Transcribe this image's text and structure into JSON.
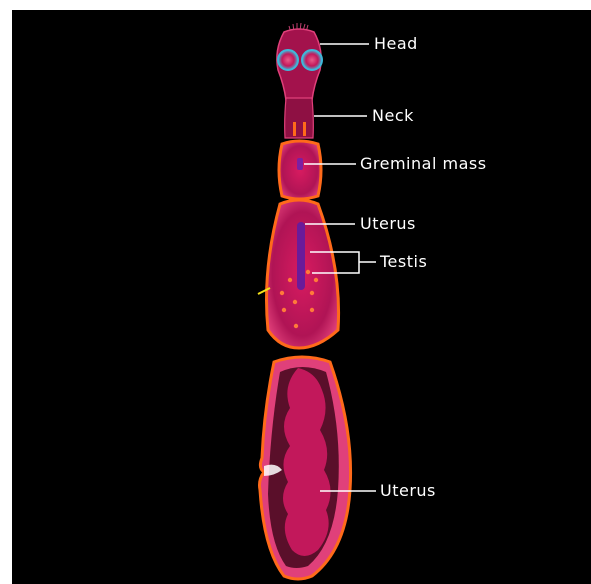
{
  "labels": {
    "head": "Head",
    "neck": "Neck",
    "germinal_mass": "Greminal mass",
    "uterus_upper": "Uterus",
    "testis": "Testis",
    "uterus_lower": "Uterus"
  },
  "colors": {
    "background": "#000000",
    "body": "#c2185b",
    "outline": "#ff6a1a",
    "uterus": "#7a1030",
    "sucker": "#3fb7d9",
    "label_line": "#ffffff"
  }
}
